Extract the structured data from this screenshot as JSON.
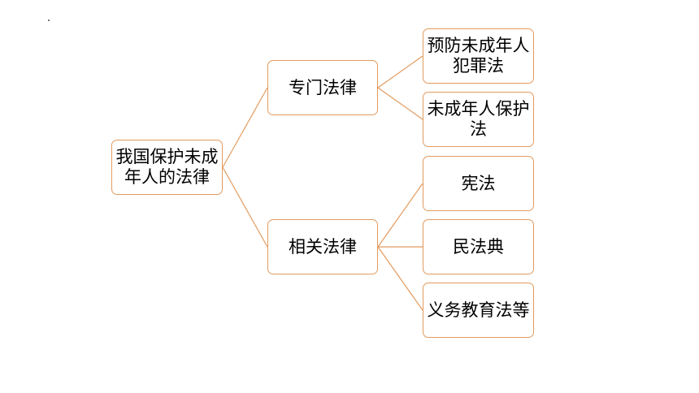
{
  "diagram": {
    "line_color": "#E39B5F",
    "root": {
      "label": "我国保护未成\n年人的法律"
    },
    "branches": [
      {
        "label": "专门法律",
        "children": [
          {
            "label": "预防未成年人\n犯罪法"
          },
          {
            "label": "未成年人保护\n法"
          }
        ]
      },
      {
        "label": "相关法律",
        "children": [
          {
            "label": "宪法"
          },
          {
            "label": "民法典"
          },
          {
            "label": "义务教育法等"
          }
        ]
      }
    ]
  }
}
